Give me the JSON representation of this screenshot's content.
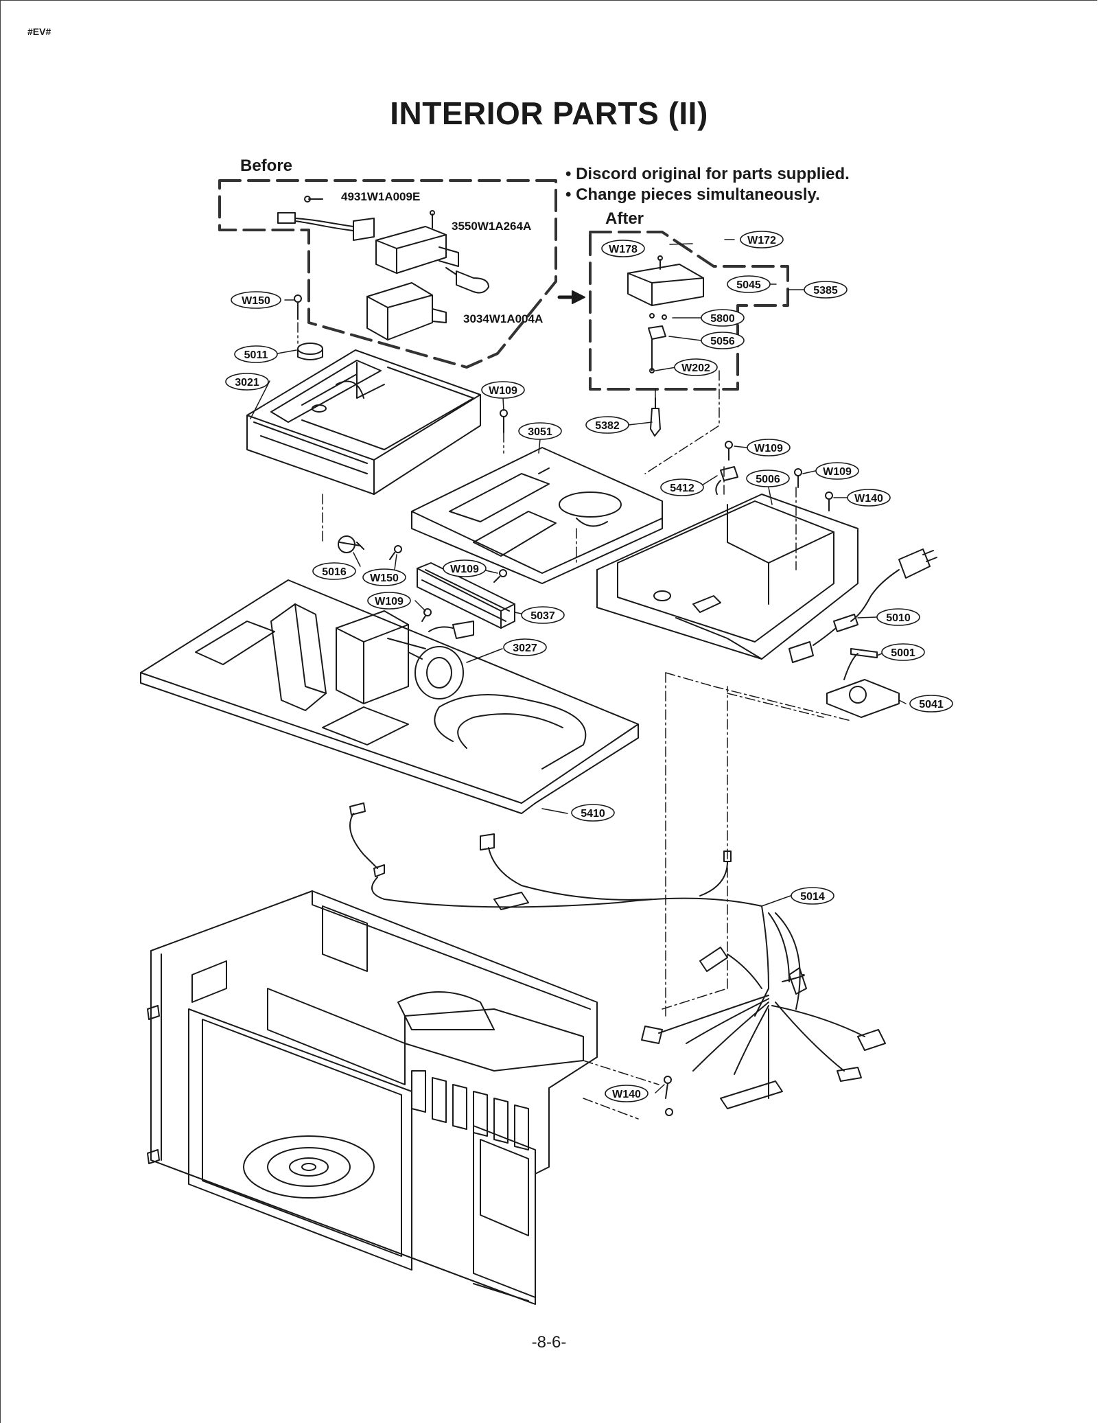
{
  "document": {
    "tag": "#EV#",
    "title": "INTERIOR PARTS (II)",
    "page_number": "-8-6-"
  },
  "notes": [
    "• Discord original for parts supplied.",
    "• Change pieces simultaneously."
  ],
  "sections": {
    "before": "Before",
    "after": "After"
  },
  "before_part_numbers": [
    "4931W1A009E",
    "3550W1A264A",
    "3034W1A004A"
  ],
  "callouts": [
    "W150",
    "5011",
    "3021",
    "W109",
    "3051",
    "W178",
    "W172",
    "5045",
    "5385",
    "5800",
    "5056",
    "W202",
    "5382",
    "W109",
    "5412",
    "5006",
    "W109",
    "W140",
    "5016",
    "W150",
    "W109",
    "W109",
    "5037",
    "3027",
    "5010",
    "5001",
    "5041",
    "5410",
    "5014",
    "W140"
  ]
}
